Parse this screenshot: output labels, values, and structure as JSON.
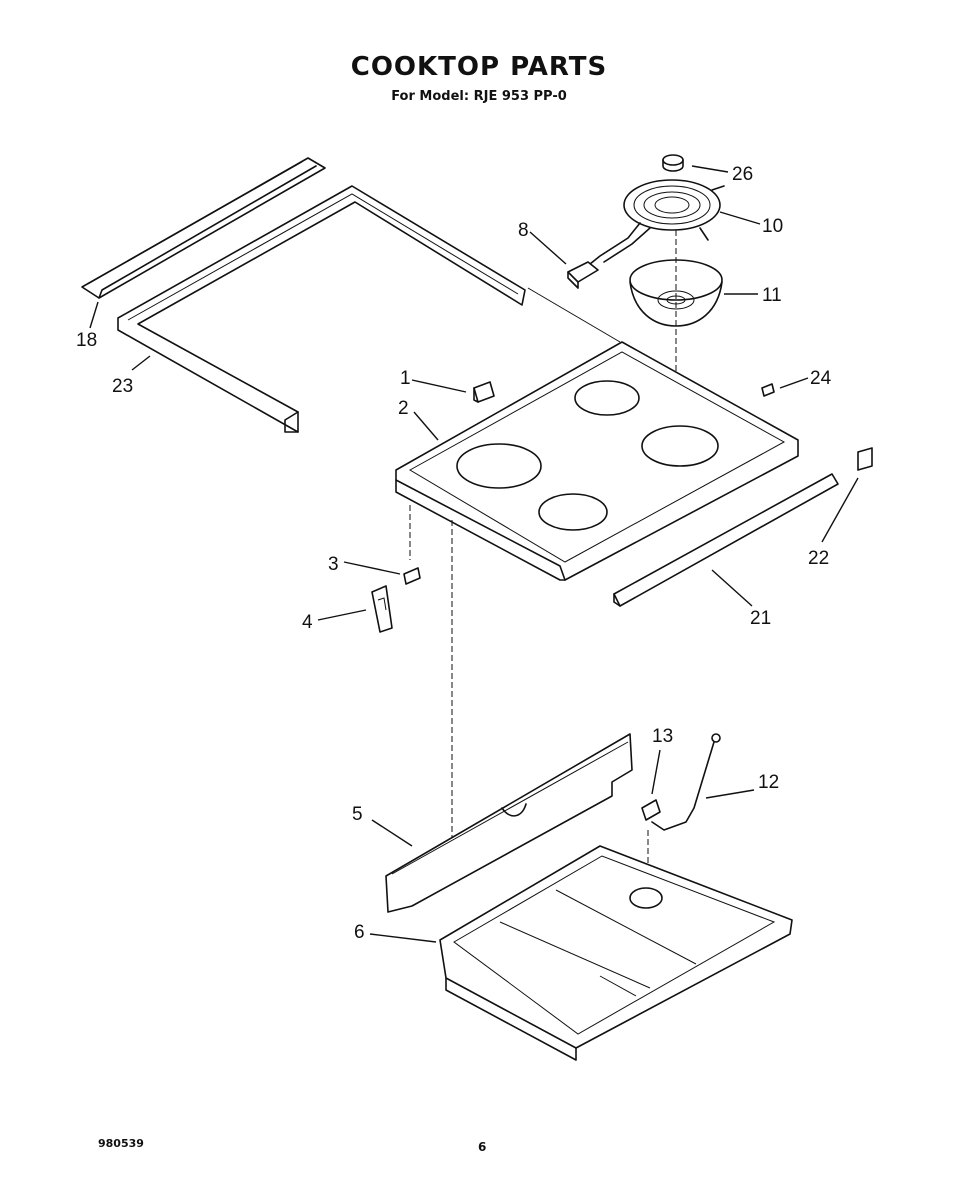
{
  "header": {
    "title": "COOKTOP PARTS",
    "subtitle": "For Model: RJE 953 PP-0"
  },
  "footer": {
    "doc_number": "980539",
    "page_number": "6"
  },
  "callouts": {
    "c1": "1",
    "c2": "2",
    "c3": "3",
    "c4": "4",
    "c5": "5",
    "c6": "6",
    "c8": "8",
    "c10": "10",
    "c11": "11",
    "c12": "12",
    "c13": "13",
    "c18": "18",
    "c21": "21",
    "c22": "22",
    "c23": "23",
    "c24": "24",
    "c26": "26"
  }
}
